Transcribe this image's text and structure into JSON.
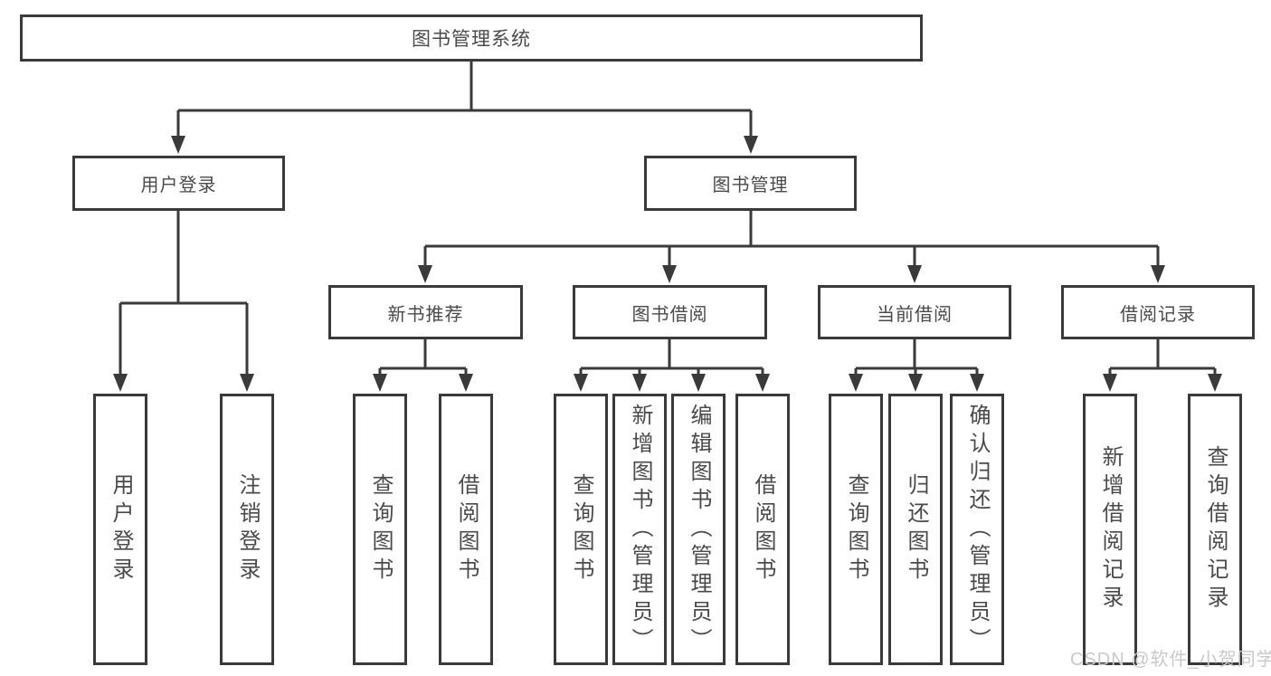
{
  "diagram": {
    "title": "图书管理系统",
    "watermark": "CSDN @软件_小贺同学",
    "colors": {
      "line": "#3a3a3a",
      "box_border": "#3a3a3a",
      "text": "#4a4a4a",
      "watermark": "#c9c9c9",
      "background": "#ffffff"
    },
    "nodes": [
      {
        "id": "root",
        "label": "图书管理系统"
      },
      {
        "id": "user-login",
        "label": "用户登录"
      },
      {
        "id": "book-management",
        "label": "图书管理"
      },
      {
        "id": "new-book-recommend",
        "label": "新书推荐"
      },
      {
        "id": "book-borrow",
        "label": "图书借阅"
      },
      {
        "id": "current-borrow",
        "label": "当前借阅"
      },
      {
        "id": "borrow-records",
        "label": "借阅记录"
      },
      {
        "id": "leaf-user-login",
        "label": "用户登录"
      },
      {
        "id": "leaf-logout",
        "label": "注销登录"
      },
      {
        "id": "leaf-nbr-query",
        "label": "查询图书"
      },
      {
        "id": "leaf-nbr-borrow",
        "label": "借阅图书"
      },
      {
        "id": "leaf-bb-query",
        "label": "查询图书"
      },
      {
        "id": "leaf-bb-add",
        "label": "新增图书（管理员）"
      },
      {
        "id": "leaf-bb-edit",
        "label": "编辑图书（管理员）"
      },
      {
        "id": "leaf-bb-borrow",
        "label": "借阅图书"
      },
      {
        "id": "leaf-cb-query",
        "label": "查询图书"
      },
      {
        "id": "leaf-cb-return",
        "label": "归还图书"
      },
      {
        "id": "leaf-cb-confirm",
        "label": "确认归还（管理员）"
      },
      {
        "id": "leaf-br-add",
        "label": "新增借阅记录"
      },
      {
        "id": "leaf-br-query",
        "label": "查询借阅记录"
      }
    ],
    "edges": [
      [
        "root",
        "user-login"
      ],
      [
        "root",
        "book-management"
      ],
      [
        "user-login",
        "leaf-user-login"
      ],
      [
        "user-login",
        "leaf-logout"
      ],
      [
        "book-management",
        "new-book-recommend"
      ],
      [
        "book-management",
        "book-borrow"
      ],
      [
        "book-management",
        "current-borrow"
      ],
      [
        "book-management",
        "borrow-records"
      ],
      [
        "new-book-recommend",
        "leaf-nbr-query"
      ],
      [
        "new-book-recommend",
        "leaf-nbr-borrow"
      ],
      [
        "book-borrow",
        "leaf-bb-query"
      ],
      [
        "book-borrow",
        "leaf-bb-add"
      ],
      [
        "book-borrow",
        "leaf-bb-edit"
      ],
      [
        "book-borrow",
        "leaf-bb-borrow"
      ],
      [
        "current-borrow",
        "leaf-cb-query"
      ],
      [
        "current-borrow",
        "leaf-cb-return"
      ],
      [
        "current-borrow",
        "leaf-cb-confirm"
      ],
      [
        "borrow-records",
        "leaf-br-add"
      ],
      [
        "borrow-records",
        "leaf-br-query"
      ]
    ]
  }
}
